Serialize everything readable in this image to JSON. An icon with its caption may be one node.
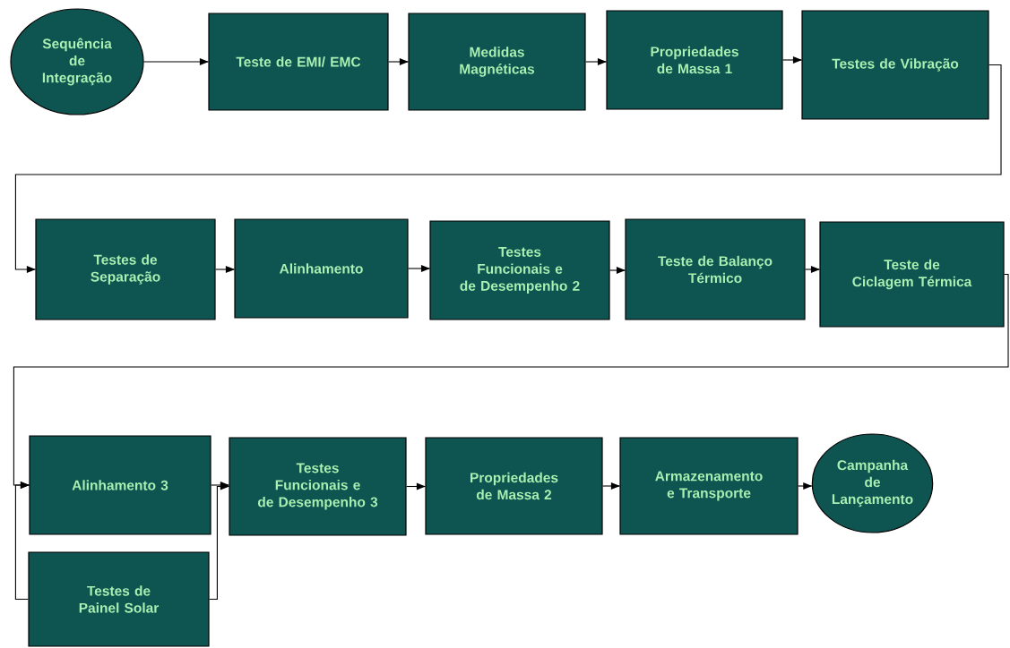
{
  "diagram": {
    "nodes": [
      {
        "text": [
          "Sequência de Integração"
        ]
      },
      {
        "text": [
          "Teste de EMI/ EMC"
        ]
      },
      {
        "text": [
          "Medidas Magnéticas"
        ]
      },
      {
        "text": [
          "Propriedades de Massa 1"
        ]
      },
      {
        "text": [
          "Testes de Vibração"
        ]
      },
      {
        "text": [
          "Testes de Separação"
        ]
      },
      {
        "text": [
          "Alinhamento"
        ]
      },
      {
        "text": [
          "Testes Funcionais e de Desempenho 2"
        ]
      },
      {
        "text": [
          "Teste de Balanço Térmico"
        ]
      },
      {
        "text": [
          "Teste de Ciclagem Térmica"
        ]
      },
      {
        "text": [
          "Alinhamento 3"
        ]
      },
      {
        "text": [
          "Testes de Painel Solar"
        ]
      },
      {
        "text": [
          "Testes Funcionais e de Desempenho 3"
        ]
      },
      {
        "text": [
          "Propriedades de Massa 2"
        ]
      },
      {
        "text": [
          "Armazenamento e Transporte"
        ]
      },
      {
        "text": [
          "Campanha de Lançamento"
        ]
      }
    ],
    "edges": [
      {
        "from": 0,
        "to": 1,
        "arrow": "to"
      },
      {
        "from": 1,
        "to": 2,
        "arrow": "to"
      },
      {
        "from": 2,
        "to": 3,
        "arrow": "to"
      },
      {
        "from": 3,
        "to": 4,
        "arrow": "to"
      },
      {
        "from": 4,
        "to": 5,
        "arrow": "to"
      },
      {
        "from": 5,
        "to": 6,
        "arrow": "to"
      },
      {
        "from": 6,
        "to": 7,
        "arrow": "to"
      },
      {
        "from": 7,
        "to": 8,
        "arrow": "to"
      },
      {
        "from": 8,
        "to": 9,
        "arrow": "to"
      },
      {
        "from": 9,
        "to": 10,
        "arrow": "to"
      },
      {
        "from": 11,
        "to": 10,
        "arrow": "to"
      },
      {
        "from": 10,
        "to": 12,
        "arrow": "to"
      },
      {
        "from": 11,
        "to": 12,
        "arrow": "to"
      },
      {
        "from": 12,
        "to": 13,
        "arrow": "to"
      },
      {
        "from": 13,
        "to": 14,
        "arrow": "to"
      },
      {
        "from": 14,
        "to": 15,
        "arrow": "to"
      }
    ]
  }
}
